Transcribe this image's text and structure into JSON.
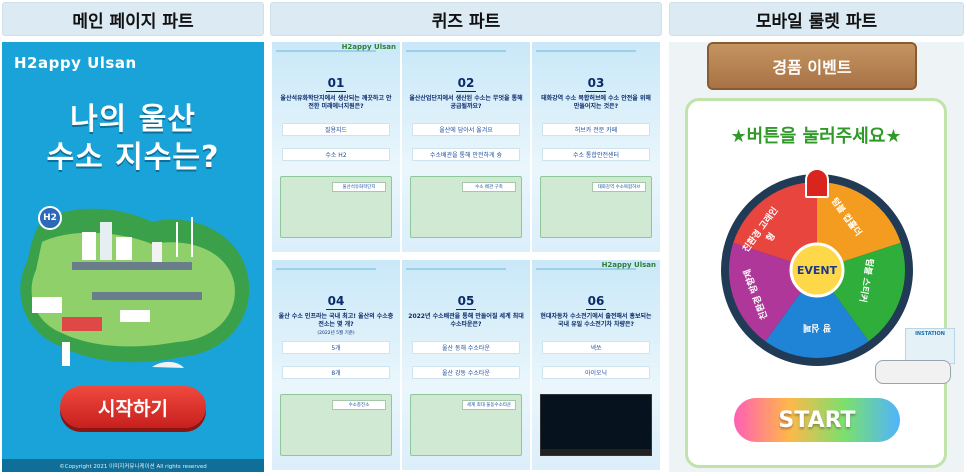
{
  "headers": {
    "main": "메인 페이지 파트",
    "quiz": "퀴즈 파트",
    "roulette": "모바일 룰렛 파트"
  },
  "main": {
    "logo": "H2appy Ulsan",
    "title_line1": "나의 울산",
    "title_line2": "수소 지수는?",
    "start_label": "시작하기",
    "copyright": "©Copyright 2021 이미지커뮤니케이션 All rights reserved",
    "h2_badge": "H2"
  },
  "quiz": {
    "brand": "H2appy Ulsan",
    "cards": [
      {
        "num": "01",
        "question": "울산석유화학단지에서 생산되는 깨끗하고 안전한 미래에너지원은?",
        "options": [
          "질용지드",
          "수소 H2"
        ],
        "scene_label": "울산석유화학단지"
      },
      {
        "num": "02",
        "question": "울산산업단지에서 생산된 수소는 무엇을 통해 공급될까요?",
        "options": [
          "울산에 담아서 옮겨요",
          "수소배관을 통해 안전하게 슝"
        ],
        "scene_label": "수소 배관 구축"
      },
      {
        "num": "03",
        "question": "태화강역 수소 복합허브에 수소 안전을 위해 만들어지는 것은?",
        "options": [
          "허브카 전문 카페",
          "수소 통합안전센터"
        ],
        "scene_label": "태화강역 수소복합허브"
      },
      {
        "num": "04",
        "question": "울산 수소 인프라는 국내 최고! 울산의 수소충전소는 몇 개?",
        "sub": "(2022년 5월 기준)",
        "options": [
          "5개",
          "8개"
        ],
        "scene_label": "수소충전소"
      },
      {
        "num": "05",
        "question": "2022년 수소배관을 통해 만들어질 세계 최대 수소타운은?",
        "options": [
          "울산 동해 수소타운",
          "울산 강동 수소타운"
        ],
        "scene_label": "세계 최대 울동수소타운"
      },
      {
        "num": "06",
        "question": "현대자동차 수소전기에서 출전해서 홍보되는 국내 유일 수소전기차 차량은?",
        "options": [
          "넥쏘",
          "아이오닉"
        ],
        "scene_label": ""
      }
    ]
  },
  "roulette": {
    "sign": "경품 이벤트",
    "press_title": "★버튼을 눌러주세요★",
    "center": "EVENT",
    "segments": [
      {
        "label": "친환경 고래인형",
        "color": "#e8453f"
      },
      {
        "label": "텀블 컵홀더",
        "color": "#f39c1f"
      },
      {
        "label": "텀블 스티커",
        "color": "#2fae3b"
      },
      {
        "label": "꽝 심폐",
        "color": "#1f83d6"
      },
      {
        "label": "친환경 방향제",
        "color": "#b0379a"
      }
    ],
    "station_label": "INSTATION",
    "start_label": "START"
  }
}
